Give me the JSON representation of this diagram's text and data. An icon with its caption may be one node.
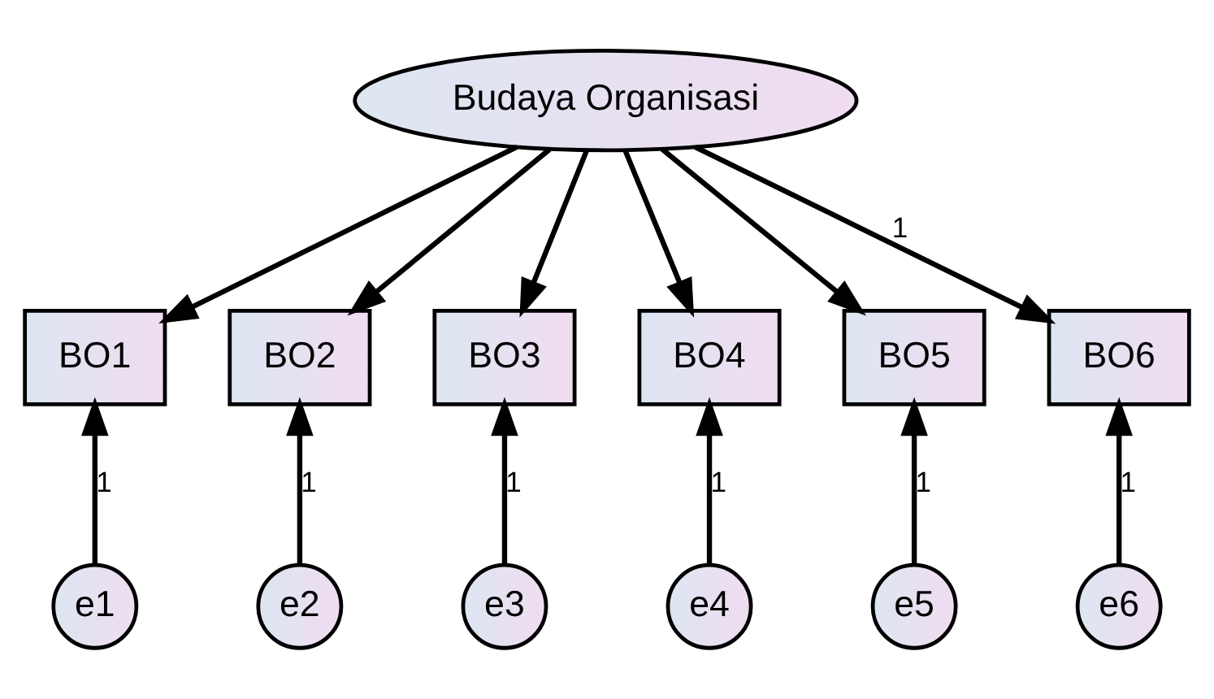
{
  "diagram": {
    "nodes": [
      {
        "text": [
          "Budaya Organisasi"
        ]
      },
      {
        "text": [
          "BO1"
        ]
      },
      {
        "text": [
          "BO2"
        ]
      },
      {
        "text": [
          "BO3"
        ]
      },
      {
        "text": [
          "BO4"
        ]
      },
      {
        "text": [
          "BO5"
        ]
      },
      {
        "text": [
          "BO6"
        ]
      },
      {
        "text": [
          "e1"
        ]
      },
      {
        "text": [
          "e2"
        ]
      },
      {
        "text": [
          "e3"
        ]
      },
      {
        "text": [
          "e4"
        ]
      },
      {
        "text": [
          "e5"
        ]
      },
      {
        "text": [
          "e6"
        ]
      }
    ],
    "edges": [
      {
        "from": 0,
        "to": 1,
        "arrow": "to"
      },
      {
        "from": 0,
        "to": 2,
        "arrow": "to"
      },
      {
        "from": 0,
        "to": 3,
        "arrow": "to"
      },
      {
        "from": 0,
        "to": 4,
        "arrow": "to"
      },
      {
        "from": 0,
        "to": 5,
        "arrow": "to"
      },
      {
        "from": 0,
        "to": 6,
        "arrow": "to",
        "label": "1"
      },
      {
        "from": 7,
        "to": 1,
        "arrow": "to",
        "label": "1"
      },
      {
        "from": 8,
        "to": 2,
        "arrow": "to",
        "label": "1"
      },
      {
        "from": 9,
        "to": 3,
        "arrow": "to",
        "label": "1"
      },
      {
        "from": 10,
        "to": 4,
        "arrow": "to",
        "label": "1"
      },
      {
        "from": 11,
        "to": 5,
        "arrow": "to",
        "label": "1"
      },
      {
        "from": 12,
        "to": 6,
        "arrow": "to",
        "label": "1"
      }
    ]
  }
}
